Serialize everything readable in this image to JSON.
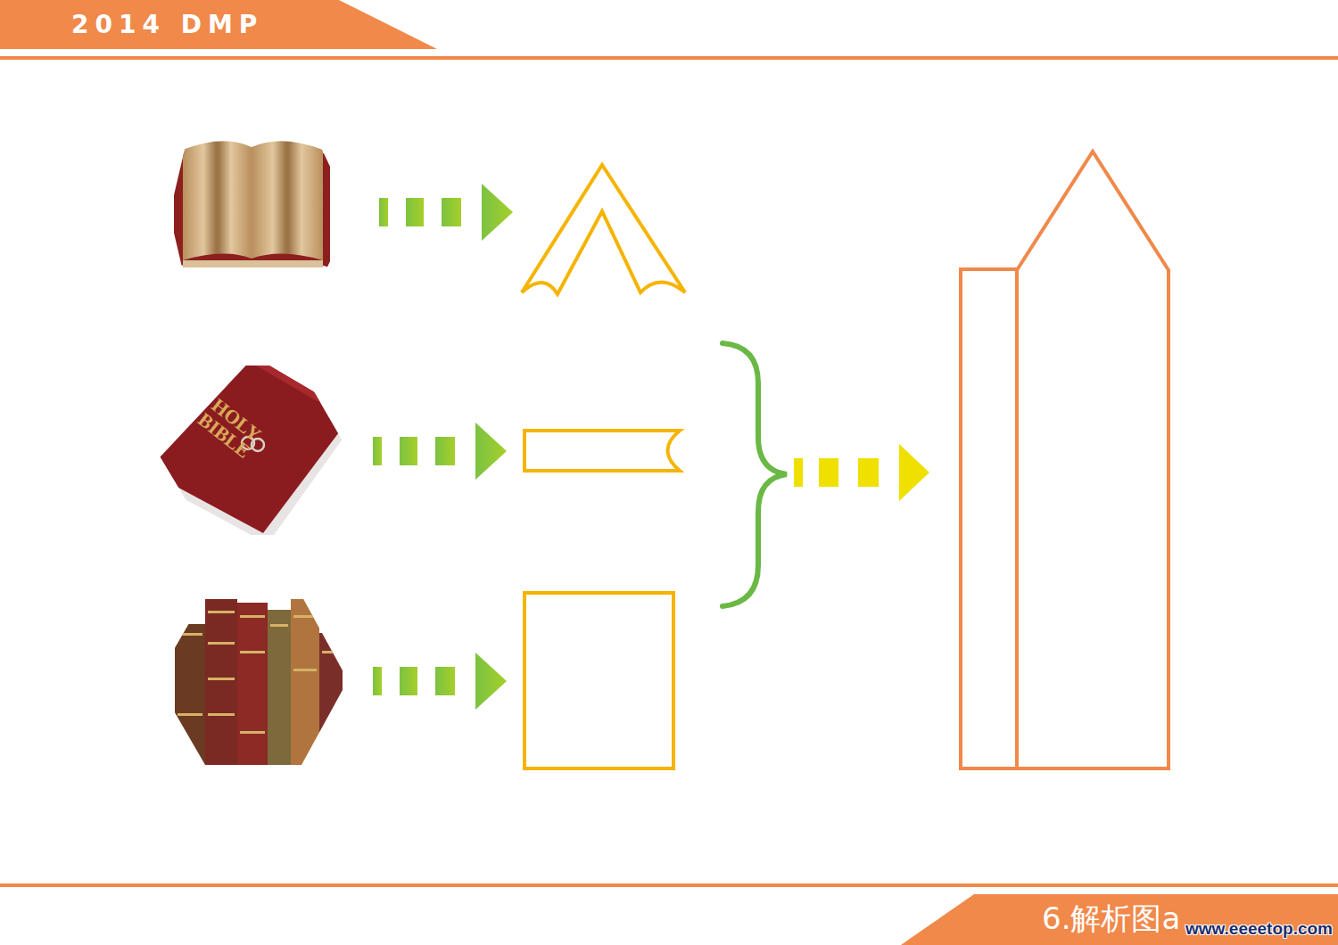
{
  "diagram": {
    "nodes": [
      {
        "text": [
          "2014 DMP"
        ]
      },
      {
        "text": [
          "6.解析图a"
        ]
      }
    ],
    "labels": [
      "HOLY BIBLE",
      "www.eeeetop.com"
    ]
  }
}
